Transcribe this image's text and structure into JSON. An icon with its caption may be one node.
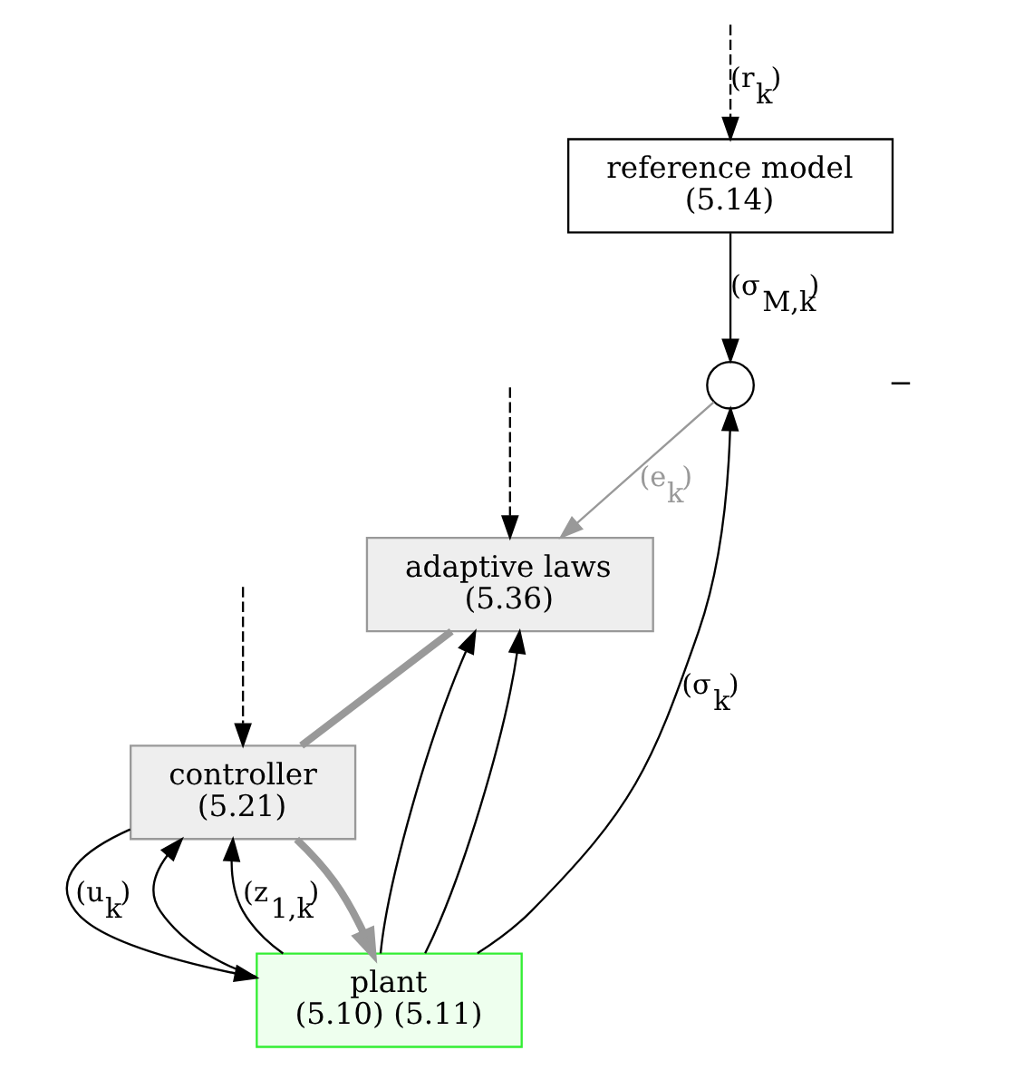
{
  "diagram": {
    "nodes": [
      {
        "text": [
          "reference model",
          "(5.14)"
        ]
      },
      {
        "text": [],
        "shape": "circle"
      },
      {
        "text": [
          "plant",
          "(5.10) (5.11)"
        ]
      },
      {
        "text": [
          "controller",
          "(5.21)"
        ]
      },
      {
        "text": [
          "adaptive laws",
          "(5.36)"
        ]
      }
    ],
    "edges": [
      {
        "from": null,
        "to": 0,
        "arrow": "to",
        "style": "dashed",
        "label": "(r$_{k}$)"
      },
      {
        "from": 0,
        "to": 1,
        "arrow": "to",
        "label": "(σ$_{M,k}$)"
      },
      {
        "from": 2,
        "to": 1,
        "arrow": "to",
        "label": "(σ$_{k}$)"
      },
      {
        "from": 2,
        "to": 3,
        "arrow": "to"
      },
      {
        "from": 2,
        "to": 4,
        "arrow": "to"
      },
      {
        "from": 2,
        "to": 3,
        "arrow": "to",
        "label": "(z$_{1,k}$)"
      },
      {
        "from": 2,
        "to": 4,
        "arrow": "to"
      },
      {
        "from": 3,
        "to": 2,
        "arrow": "to",
        "label": "(u$_{k}$)"
      },
      {
        "from": 1,
        "to": 4,
        "arrow": "to",
        "color": "#999999",
        "label": "(e$_{k}$)"
      },
      {
        "from": 4,
        "to": 3,
        "arrow": "none",
        "style": "thick",
        "color": "#999999"
      },
      {
        "from": 3,
        "to": 2,
        "arrow": "to",
        "style": "thick",
        "color": "#999999"
      },
      {
        "from": null,
        "to": 3,
        "arrow": "to",
        "style": "dashed"
      },
      {
        "from": null,
        "to": 4,
        "arrow": "to",
        "style": "dashed"
      }
    ],
    "labels": [
      "−"
    ]
  }
}
